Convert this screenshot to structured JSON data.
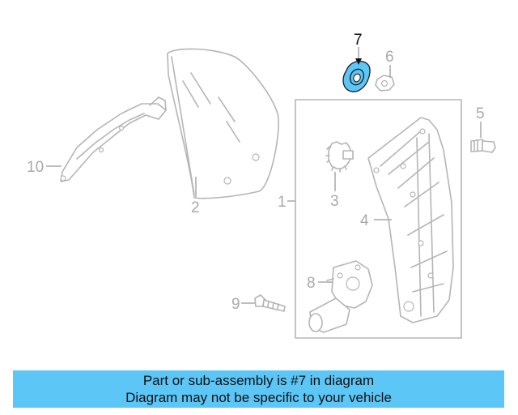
{
  "diagram": {
    "callouts": [
      {
        "id": "1",
        "label": "1"
      },
      {
        "id": "2",
        "label": "2"
      },
      {
        "id": "3",
        "label": "3"
      },
      {
        "id": "4",
        "label": "4"
      },
      {
        "id": "5",
        "label": "5"
      },
      {
        "id": "6",
        "label": "6"
      },
      {
        "id": "7",
        "label": "7"
      },
      {
        "id": "8",
        "label": "8"
      },
      {
        "id": "9",
        "label": "9"
      },
      {
        "id": "10",
        "label": "10"
      }
    ],
    "highlighted_part": "7",
    "highlight_color": "#5cc6f6",
    "part_color": "#b5b5b5"
  },
  "banner": {
    "line1": "Part or sub-assembly is #7 in diagram",
    "line2": "Diagram may not be specific to your vehicle",
    "background": "#5cc6f6"
  }
}
